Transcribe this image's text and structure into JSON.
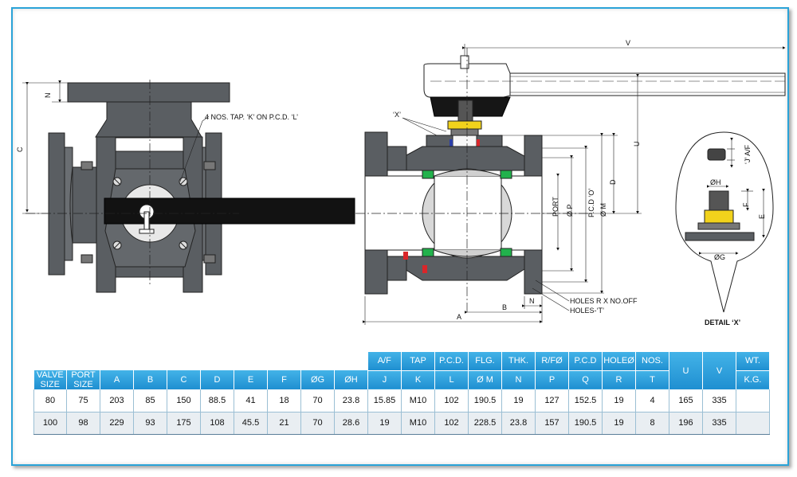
{
  "drawing": {
    "left_view": {
      "n_label": "N",
      "c_label": "C",
      "tap_note": "4 NOS. TAP. ‘K’ ON P.C.D. ‘L’"
    },
    "section_view": {
      "v_label": "V",
      "x_label": "‘X’",
      "u_label": "U",
      "d_label": "D",
      "port_label": "PORT",
      "p_label": "Ø P",
      "pcd_label": "P.C.D ‘O’",
      "m_label": "Ø M",
      "n_label": "N",
      "b_label": "B",
      "a_label": "A",
      "holes_rx_label": "HOLES  R X NO.OFF",
      "holes_t_label": "HOLES-‘T’"
    },
    "detail_view": {
      "j_label": "‘J’ A/F",
      "h_label": "ØH",
      "f_label": "F",
      "e_label": "E",
      "g_label": "ØG",
      "caption": "DETAIL ‘X’"
    }
  },
  "table": {
    "top_headers": [
      "A/F",
      "TAP",
      "P.C.D.",
      "FLG.",
      "THK.",
      "R/FØ",
      "P.C.D",
      "HOLEØ",
      "NOS.",
      "",
      "",
      "WT."
    ],
    "headers": [
      "VALVE SIZE",
      "PORT SIZE",
      "A",
      "B",
      "C",
      "D",
      "E",
      "F",
      "ØG",
      "ØH",
      "J",
      "K",
      "L",
      "Ø M",
      "N",
      "P",
      "Q",
      "R",
      "T",
      "U",
      "V",
      "K.G."
    ],
    "merged_headers": {
      "U": "U",
      "V": "V"
    },
    "rows": [
      [
        "80",
        "75",
        "203",
        "85",
        "150",
        "88.5",
        "41",
        "18",
        "70",
        "23.8",
        "15.85",
        "M10",
        "102",
        "190.5",
        "19",
        "127",
        "152.5",
        "19",
        "4",
        "165",
        "335",
        ""
      ],
      [
        "100",
        "98",
        "229",
        "93",
        "175",
        "108",
        "45.5",
        "21",
        "70",
        "28.6",
        "19",
        "M10",
        "102",
        "228.5",
        "23.8",
        "157",
        "190.5",
        "19",
        "8",
        "196",
        "335",
        ""
      ]
    ]
  },
  "colors": {
    "frame": "#2aa3d8",
    "header_blue": "#2a9ad9",
    "body_gray": "#5a5e62",
    "seat_green": "#22b24c",
    "gland_yellow": "#f1d21c",
    "seal_red": "#d9262a",
    "seal_blue": "#2b3ea8"
  }
}
